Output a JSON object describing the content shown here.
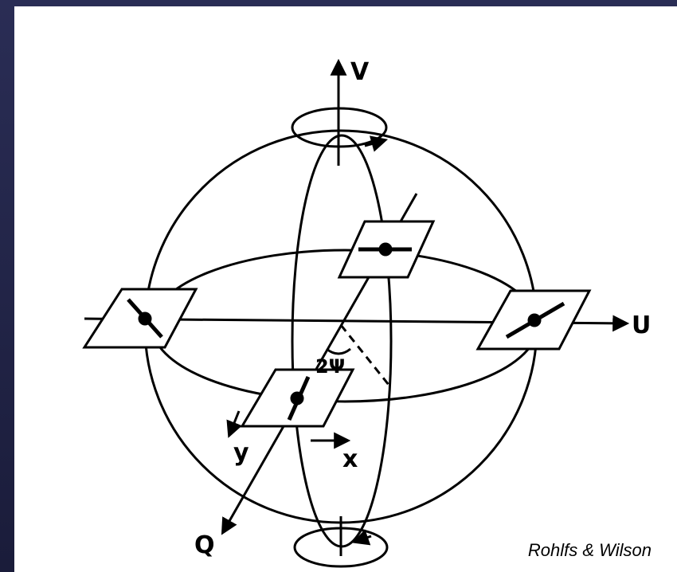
{
  "diagram": {
    "axis_labels": {
      "v": "V",
      "u": "U",
      "q": "Q"
    },
    "angle_label": "2Ψ",
    "field_labels": {
      "x": "x",
      "y": "y"
    },
    "credit": "Rohlfs & Wilson"
  },
  "colors": {
    "background": "#2a2d55",
    "panel": "#ffffff",
    "ink": "#000000"
  }
}
